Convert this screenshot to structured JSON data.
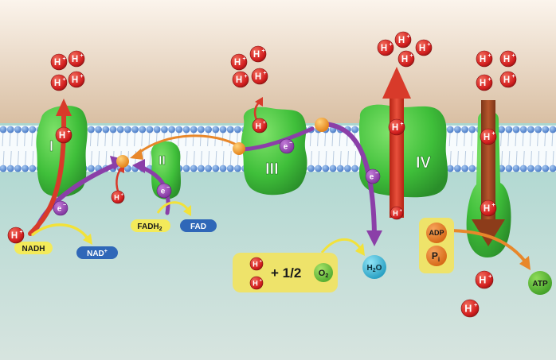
{
  "complexes": {
    "c1": "I",
    "c2": "II",
    "c3": "III",
    "c4": "IV"
  },
  "proton": {
    "base": "H",
    "charge": "+"
  },
  "electron": {
    "base": "e",
    "charge": "−"
  },
  "labels": {
    "nadh": "NADH",
    "nad_base": "NAD",
    "nad_sup": "+",
    "fadh_base": "FADH",
    "fadh_sub": "2",
    "fad": "FAD",
    "adp": "ADP",
    "pi_base": "P",
    "pi_sub": "i",
    "atp": "ATP",
    "water_base": "H",
    "water_sub": "2",
    "water_o": "O",
    "oxygen_o": "O",
    "oxygen_sub": "2",
    "plus_half": "+ 1/2"
  },
  "colors": {
    "protein_green": "#3fbf3a",
    "proton_red": "#d42020",
    "electron_purple": "#8b3fa8",
    "arrow_red": "#d83a2a",
    "arrow_orange": "#e8872a",
    "arrow_yellow": "#f2e23a",
    "label_yellow": "#f3ea5a",
    "label_blue": "#2f67b8",
    "membrane_blue": "#5d8fd6",
    "ubiquinone_orange": "#f08c1a",
    "water_cyan": "#2bb6d8"
  }
}
